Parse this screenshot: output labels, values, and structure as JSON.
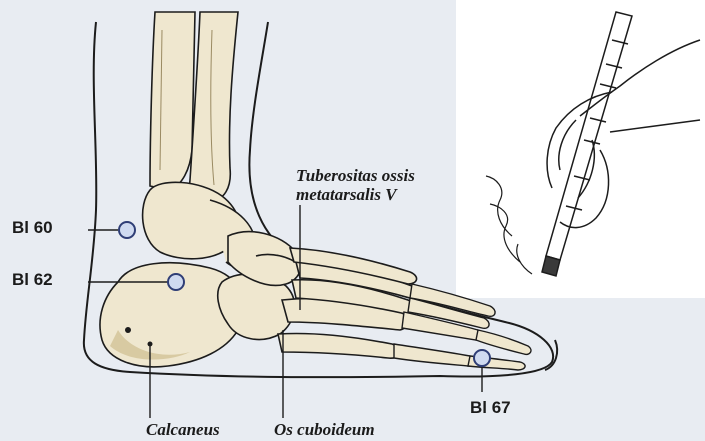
{
  "annotations": {
    "bl60": "Bl 60",
    "bl62": "Bl 62",
    "bl67": "Bl 67",
    "tuberositas_line1": "Tuberositas ossis",
    "tuberositas_line2": "metatarsalis V",
    "calcaneus": "Calcaneus",
    "os_cuboideum": "Os cuboideum"
  },
  "colors": {
    "panel": "#e8ecf2",
    "bone": "#efe7cf",
    "bone_shadow": "#d8caa2",
    "outline": "#1c1c1c",
    "point_fill": "#cfdaf0",
    "point_stroke": "#2f3e76"
  }
}
